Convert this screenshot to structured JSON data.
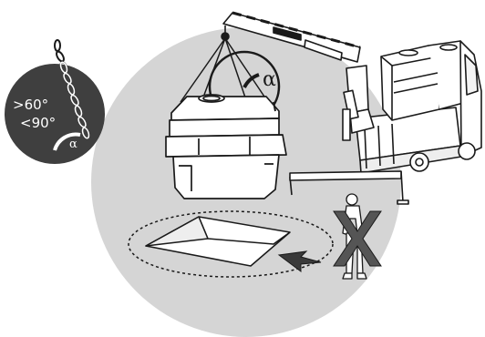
{
  "inset": {
    "angle_min": ">60°",
    "angle_max": "<90°",
    "angle_symbol": "α"
  },
  "main": {
    "angle_symbol": "α"
  },
  "colors": {
    "background_disc": "#d5d5d5",
    "inset_disc": "#3f3f3f",
    "line": "#1a1a1a",
    "warning_arrow": "#3a3a3a"
  },
  "icons": {
    "lift_chain": "chain-icon",
    "crane_truck": "crane-truck-icon",
    "tank": "septic-tank-icon",
    "excavation": "excavation-pit-icon",
    "no_person": "prohibited-person-icon"
  }
}
